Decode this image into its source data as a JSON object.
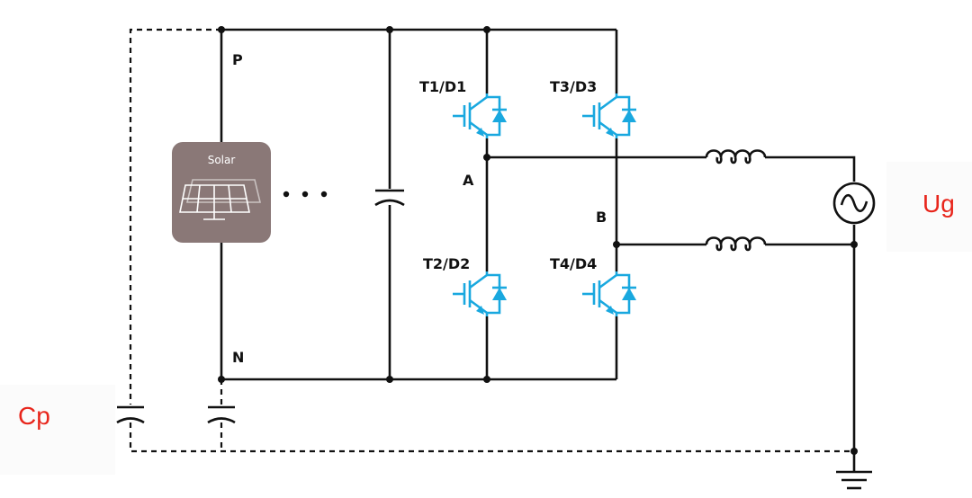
{
  "labels": {
    "p": "P",
    "n": "N",
    "a": "A",
    "b": "B",
    "t1": "T1/D1",
    "t2": "T2/D2",
    "t3": "T3/D3",
    "t4": "T4/D4",
    "solar": "Solar",
    "cp": "Cp",
    "ug": "Ug"
  },
  "colors": {
    "wire": "#111111",
    "switch": "#19a8df",
    "annotation": "#e8251b",
    "solar_panel_bg": "#8a7877"
  }
}
